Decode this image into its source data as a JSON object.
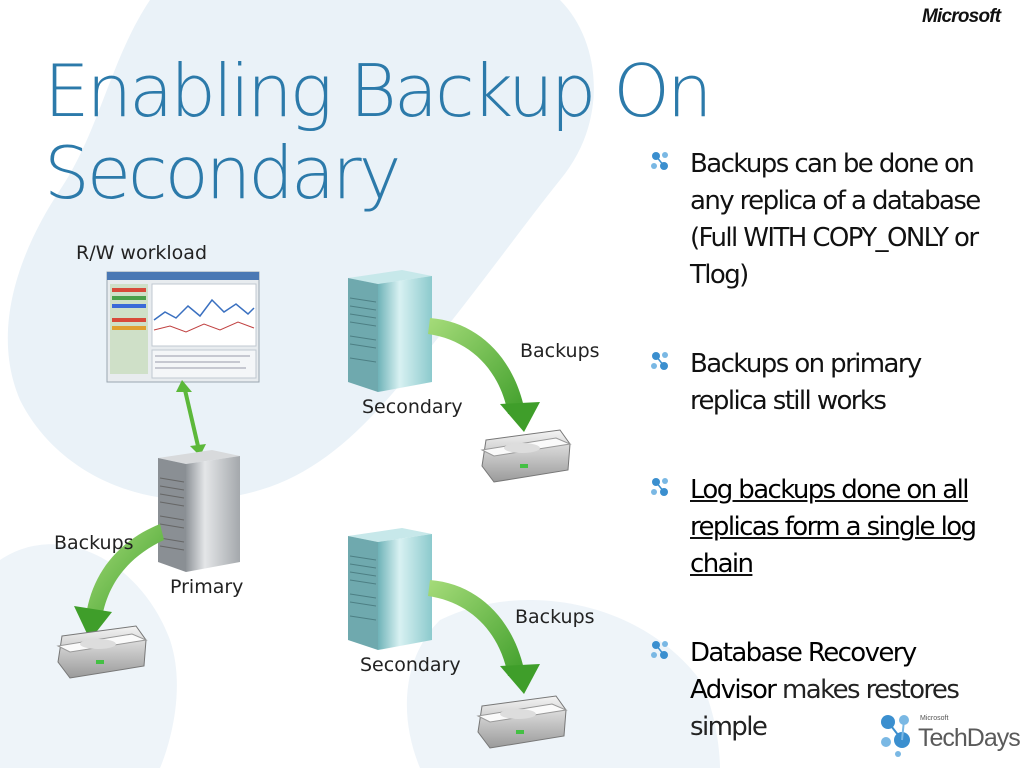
{
  "brand": {
    "logo_text": "Microsoft",
    "event_small": "Microsoft",
    "event_name": "TechDays"
  },
  "slide": {
    "title_line1": "Enabling Backup On",
    "title_line2": "Secondary"
  },
  "bullets": [
    {
      "text": "Backups can be done on any replica of a database (Full WITH COPY_ONLY or Tlog)"
    },
    {
      "text": "Backups on primary replica still works"
    },
    {
      "text": "Log backups done on all replicas form a single log chain"
    },
    {
      "bold_text": "Database Recovery Advisor",
      "text": " makes restores simple"
    }
  ],
  "diagram": {
    "workload_label": "R/W workload",
    "primary_label": "Primary",
    "secondary_label_top": "Secondary",
    "secondary_label_bottom": "Secondary",
    "backups_primary": "Backups",
    "backups_secondary_top": "Backups",
    "backups_secondary_bottom": "Backups"
  },
  "colors": {
    "title": "#2c7aaa",
    "background_shape": "#eaf2f8",
    "arrow_green": "#6cc04a",
    "server_primary": "#b8bcc0",
    "server_secondary": "#9fd3d6"
  },
  "icons": [
    "bullet-molecule-icon",
    "server-icon",
    "disk-drive-icon",
    "workload-screenshot-icon",
    "techdays-logo-icon"
  ]
}
